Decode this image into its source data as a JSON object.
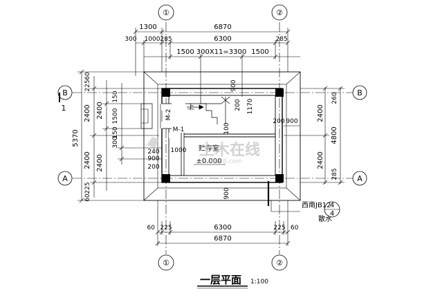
{
  "axes": {
    "col_1": "①",
    "col_2": "②",
    "row_a": "A",
    "row_b": "B",
    "row_b_left": "B",
    "row_a_left": "A",
    "section_mark": "1"
  },
  "top_dims": {
    "row1_left": "1300",
    "row1_total": "6870",
    "row2_300": "300",
    "row2_1000": "1000",
    "row2_285a": "285",
    "row2_6300": "6300",
    "row2_285b": "285",
    "row3_1500a": "1500",
    "row3_mid": "300X11=3300",
    "row3_1500b": "1500"
  },
  "bottom_dims": {
    "d60a": "60",
    "d225a": "225",
    "d6300": "6300",
    "d225b": "225",
    "d60b": "60",
    "d6870": "6870"
  },
  "left_dims": {
    "d225": "225",
    "d60": "60",
    "d2400a": "2400",
    "d2400b": "2400",
    "d5370": "5370",
    "d2400c": "2400",
    "d2400d": "2400",
    "d225b": "225",
    "d60b": "60",
    "d150a": "150",
    "d1500": "1500",
    "d150b": "150",
    "d300": "300",
    "d240": "240",
    "d900": "900",
    "d200": "200",
    "d1000": "1000"
  },
  "right_dims": {
    "d260": "260",
    "d2400a": "2400",
    "d4800": "4800",
    "d2400b": "2400",
    "d285": "285",
    "d900": "900",
    "d200": "200"
  },
  "inner": {
    "up_label": "上",
    "d900_top": "900",
    "d200_stair": "200",
    "d1170": "1170",
    "d100": "100",
    "d900_bot": "900",
    "door_m2": "M-2",
    "door_m1": "M-1",
    "room_name": "贮存室",
    "level": "±0.000"
  },
  "callout": {
    "ref": "西南JB12",
    "num": "4",
    "den": "4",
    "note": "散水"
  },
  "title": {
    "name": "一层平面",
    "scale": "1:100"
  },
  "watermark": {
    "main": "土木在线",
    "sub": "co188.com"
  }
}
